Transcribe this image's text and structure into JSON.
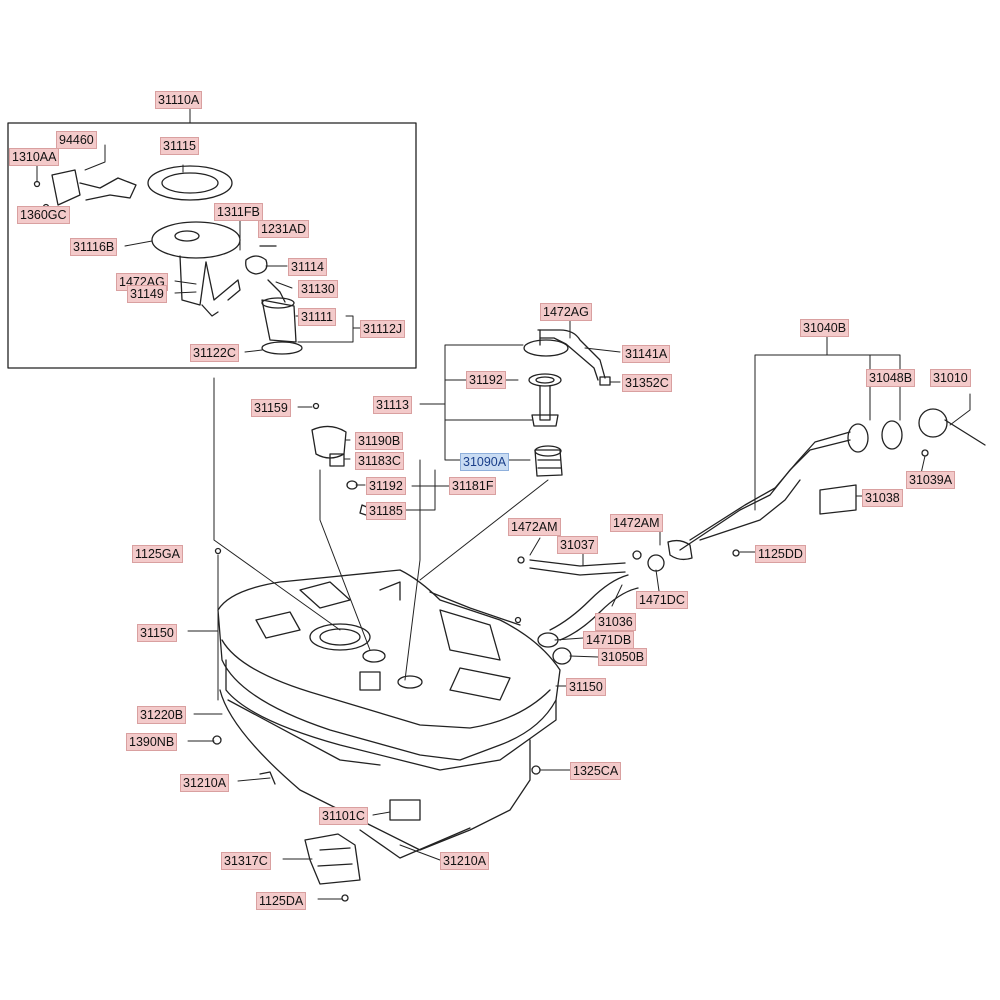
{
  "diagram": {
    "highlighted_part": "31090A",
    "labels": [
      {
        "id": "31110A",
        "text": "31110A"
      },
      {
        "id": "94460",
        "text": "94460"
      },
      {
        "id": "31115",
        "text": "31115"
      },
      {
        "id": "1310AA",
        "text": "1310AA"
      },
      {
        "id": "1360GC",
        "text": "1360GC"
      },
      {
        "id": "1311FB",
        "text": "1311FB"
      },
      {
        "id": "1231AD",
        "text": "1231AD"
      },
      {
        "id": "31116B",
        "text": "31116B"
      },
      {
        "id": "31114",
        "text": "31114"
      },
      {
        "id": "1472AG_a",
        "text": "1472AG"
      },
      {
        "id": "31149",
        "text": "31149"
      },
      {
        "id": "31130",
        "text": "31130"
      },
      {
        "id": "31111",
        "text": "31111"
      },
      {
        "id": "31112J",
        "text": "31112J"
      },
      {
        "id": "31122C",
        "text": "31122C"
      },
      {
        "id": "1472AG_b",
        "text": "1472AG"
      },
      {
        "id": "31141A",
        "text": "31141A"
      },
      {
        "id": "31192_a",
        "text": "31192"
      },
      {
        "id": "31352C",
        "text": "31352C"
      },
      {
        "id": "31113",
        "text": "31113"
      },
      {
        "id": "31159",
        "text": "31159"
      },
      {
        "id": "31190B",
        "text": "31190B"
      },
      {
        "id": "31183C",
        "text": "31183C"
      },
      {
        "id": "31090A",
        "text": "31090A"
      },
      {
        "id": "31192_b",
        "text": "31192"
      },
      {
        "id": "31181F",
        "text": "31181F"
      },
      {
        "id": "31185",
        "text": "31185"
      },
      {
        "id": "31040B",
        "text": "31040B"
      },
      {
        "id": "31048B",
        "text": "31048B"
      },
      {
        "id": "31010",
        "text": "31010"
      },
      {
        "id": "31039A",
        "text": "31039A"
      },
      {
        "id": "31038",
        "text": "31038"
      },
      {
        "id": "1472AM_a",
        "text": "1472AM"
      },
      {
        "id": "1472AM_b",
        "text": "1472AM"
      },
      {
        "id": "31037",
        "text": "31037"
      },
      {
        "id": "1125DD",
        "text": "1125DD"
      },
      {
        "id": "1471DC",
        "text": "1471DC"
      },
      {
        "id": "31036",
        "text": "31036"
      },
      {
        "id": "1471DB",
        "text": "1471DB"
      },
      {
        "id": "31050B",
        "text": "31050B"
      },
      {
        "id": "1125GA",
        "text": "1125GA"
      },
      {
        "id": "31150_a",
        "text": "31150"
      },
      {
        "id": "31150_b",
        "text": "31150"
      },
      {
        "id": "31220B",
        "text": "31220B"
      },
      {
        "id": "1390NB",
        "text": "1390NB"
      },
      {
        "id": "1325CA",
        "text": "1325CA"
      },
      {
        "id": "31210A_a",
        "text": "31210A"
      },
      {
        "id": "31101C",
        "text": "31101C"
      },
      {
        "id": "31210A_b",
        "text": "31210A"
      },
      {
        "id": "31317C",
        "text": "31317C"
      },
      {
        "id": "1125DA",
        "text": "1125DA"
      }
    ]
  }
}
